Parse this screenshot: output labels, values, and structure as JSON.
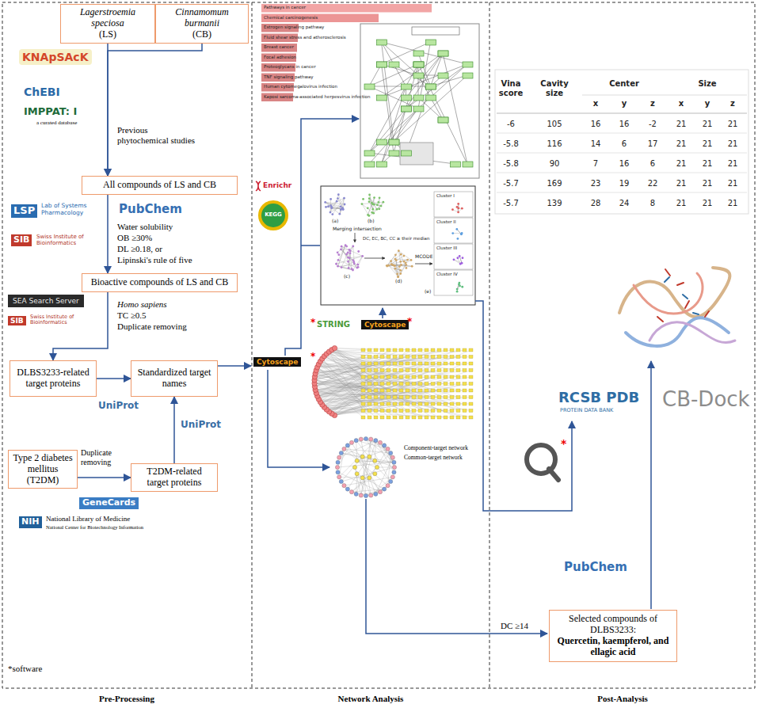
{
  "diagram": {
    "nodes": [
      {
        "text": [
          "Lagerstroemia speciosa",
          "(LS)"
        ]
      },
      {
        "text": [
          "Cinnamomum burmanii",
          "(CB)"
        ]
      },
      {
        "text": [
          "All compounds of LS and CB"
        ]
      },
      {
        "text": [
          "Bioactive compounds of LS and CB"
        ]
      },
      {
        "text": [
          "DLBS3233-related target proteins"
        ]
      },
      {
        "text": [
          "Standardized target names"
        ]
      },
      {
        "text": [
          "Type 2 diabetes mellitus (T2DM)"
        ]
      },
      {
        "text": [
          "T2DM-related target proteins"
        ]
      },
      {
        "text": [
          "Selected compounds of DLBS3233:",
          "Quercetin, kaempferol, and ellagic acid"
        ]
      }
    ],
    "edges": [
      {
        "from": 0,
        "to": 2,
        "arrow": "to"
      },
      {
        "from": 1,
        "to": 2,
        "arrow": "to"
      },
      {
        "from": 2,
        "to": 3,
        "arrow": "to"
      },
      {
        "from": 3,
        "to": 4,
        "arrow": "to"
      },
      {
        "from": 4,
        "to": 5,
        "arrow": "to"
      },
      {
        "from": 6,
        "to": 7,
        "arrow": "to"
      },
      {
        "from": 7,
        "to": 5,
        "arrow": "to"
      }
    ],
    "labels": [
      "Previous phytochemical studies",
      "KNApSAcK",
      "ChEBI",
      "IMPPAT: I",
      "a curated database",
      "LSP",
      "Lab of Systems Pharmacology",
      "PubChem",
      "Water solubility",
      "OB ≥30%",
      "DL ≥0.18, or",
      "Lipinski's rule of five",
      "SIB",
      "Swiss Institute of Bioinformatics",
      "SEA Search Server",
      "SIB",
      "Swiss Institute of Bioinformatics",
      "Homo sapiens",
      "TC ≥0.5",
      "Duplicate removing",
      "UniProt",
      "UniProt",
      "Duplicate removing",
      "GeneCards",
      "NIH",
      "National Library of Medicine",
      "National Center for Biotechnology Information",
      "*software",
      "Pre-Processing",
      "Network Analysis",
      "Post-Analysis",
      "Pathways in cancer",
      "Chemical carcinogenesis",
      "Estrogen signaling pathway",
      "Fluid shear stress and atherosclerosis",
      "Breast cancer",
      "Focal adhesion",
      "Proteoglycans in cancer",
      "TNF signaling pathway",
      "Human cytomegalovirus infection",
      "Kaposi sarcoma-associated herpesvirus infection",
      "Enrichr",
      "KEGG",
      "(a)",
      "(b)",
      "Merging intersection",
      "(c)",
      "DC, EC, BC, CC ≥ their median",
      "(d)",
      "MCODE",
      "(e)",
      "Cluster I",
      "Cluster II",
      "Cluster III",
      "Cluster IV",
      "Cytoscape",
      "*",
      "STRING",
      "*",
      "Cytoscape",
      "*",
      "Component-target network",
      "Common-target network",
      "DC ≥14",
      "RCSB PDB",
      "PROTEIN DATA BANK",
      "CB-Dock",
      "*",
      "PubChem",
      "Vina score",
      "Cavity size",
      "Center",
      "Size",
      "x",
      "y",
      "z",
      "x",
      "y",
      "z",
      "-6",
      "105",
      "16",
      "16",
      "-2",
      "21",
      "21",
      "21",
      "-5.8",
      "116",
      "14",
      "6",
      "17",
      "21",
      "21",
      "21",
      "-5.8",
      "90",
      "7",
      "16",
      "6",
      "21",
      "21",
      "21",
      "-5.7",
      "169",
      "23",
      "19",
      "22",
      "21",
      "21",
      "21",
      "-5.7",
      "139",
      "28",
      "24",
      "8",
      "21",
      "21",
      "21"
    ]
  }
}
